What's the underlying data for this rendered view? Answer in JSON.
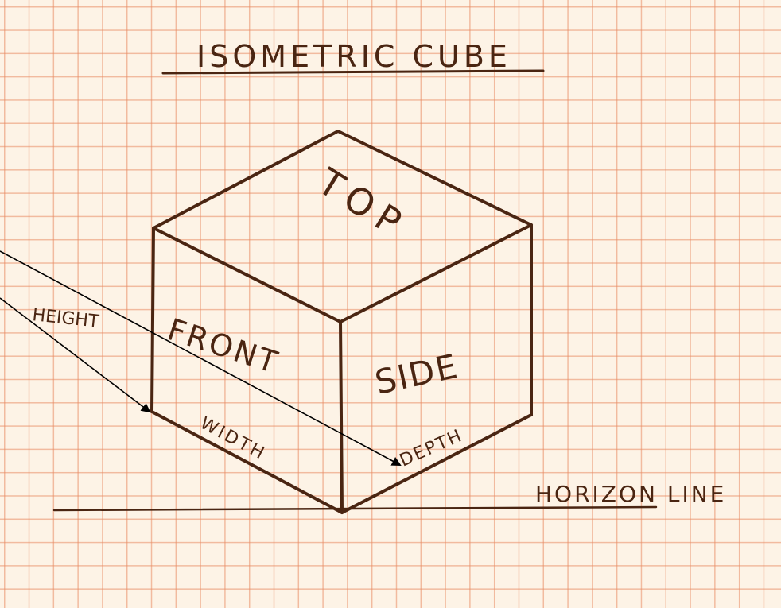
{
  "title": "ISOMETRIC CUBE",
  "faces": {
    "top": "TOP",
    "front": "FRONT",
    "side": "SIDE"
  },
  "dimensions": {
    "height": "HEIGHT",
    "width": "WIDTH",
    "depth": "DEPTH"
  },
  "horizon": "HORIZON LINE",
  "colors": {
    "ink": "#4a2512",
    "grid": "#e88c64",
    "paper": "#fdf3e6",
    "arrow": "#000000"
  }
}
